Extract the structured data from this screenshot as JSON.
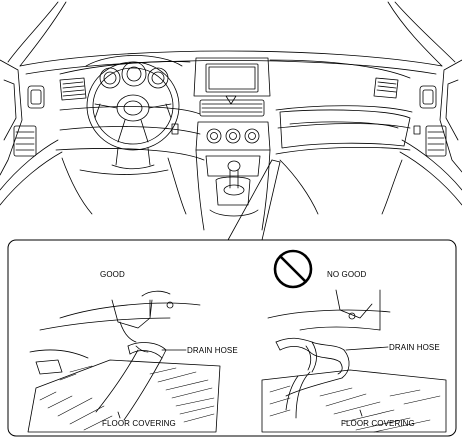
{
  "labels": {
    "good": "GOOD",
    "no_good": "NO GOOD",
    "drain_hose_left": "DRAIN HOSE",
    "drain_hose_right": "DRAIN HOSE",
    "floor_covering_left": "FLOOR COVERING",
    "floor_covering_right": "FLOOR COVERING"
  },
  "icons": {
    "prohibited": "prohibited-icon"
  },
  "colors": {
    "line": "#000000",
    "background": "#ffffff"
  }
}
